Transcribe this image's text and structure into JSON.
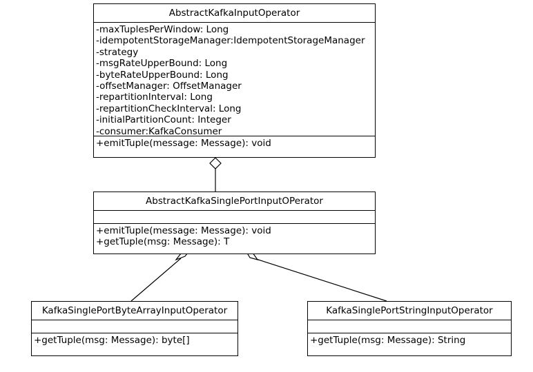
{
  "diagram": {
    "kind": "uml-class-diagram",
    "stroke_color": "#000000",
    "fill_color": "#ffffff",
    "classes": [
      {
        "id": "root",
        "name": "AbstractKafkaInputOperator",
        "attributes": [
          "-maxTuplesPerWindow: Long",
          "-idempotentStorageManager:IdempotentStorageManager",
          "-strategy",
          "-msgRateUpperBound: Long",
          "-byteRateUpperBound: Long",
          "-offsetManager: OffsetManager",
          "-repartitionInterval: Long",
          "-repartitionCheckInterval: Long",
          "-initialPartitionCount: Integer",
          "-consumer:KafkaConsumer"
        ],
        "operations": [
          "+emitTuple(message: Message): void"
        ]
      },
      {
        "id": "single",
        "name": "AbstractKafkaSinglePortInputOPerator",
        "attributes": [],
        "operations": [
          "+emitTuple(message: Message): void",
          "+getTuple(msg: Message): T"
        ]
      },
      {
        "id": "bytearray",
        "name": "KafkaSinglePortByteArrayInputOperator",
        "attributes": [],
        "operations": [
          "+getTuple(msg: Message): byte[]"
        ]
      },
      {
        "id": "string",
        "name": "KafkaSinglePortStringInputOperator",
        "attributes": [],
        "operations": [
          "+getTuple(msg: Message): String"
        ]
      }
    ],
    "relationships": [
      {
        "type": "aggregation",
        "from": "single",
        "to": "root",
        "marker": "hollow-diamond"
      },
      {
        "type": "aggregation",
        "from": "bytearray",
        "to": "single",
        "marker": "hollow-diamond"
      },
      {
        "type": "aggregation",
        "from": "string",
        "to": "single",
        "marker": "hollow-diamond"
      }
    ]
  }
}
